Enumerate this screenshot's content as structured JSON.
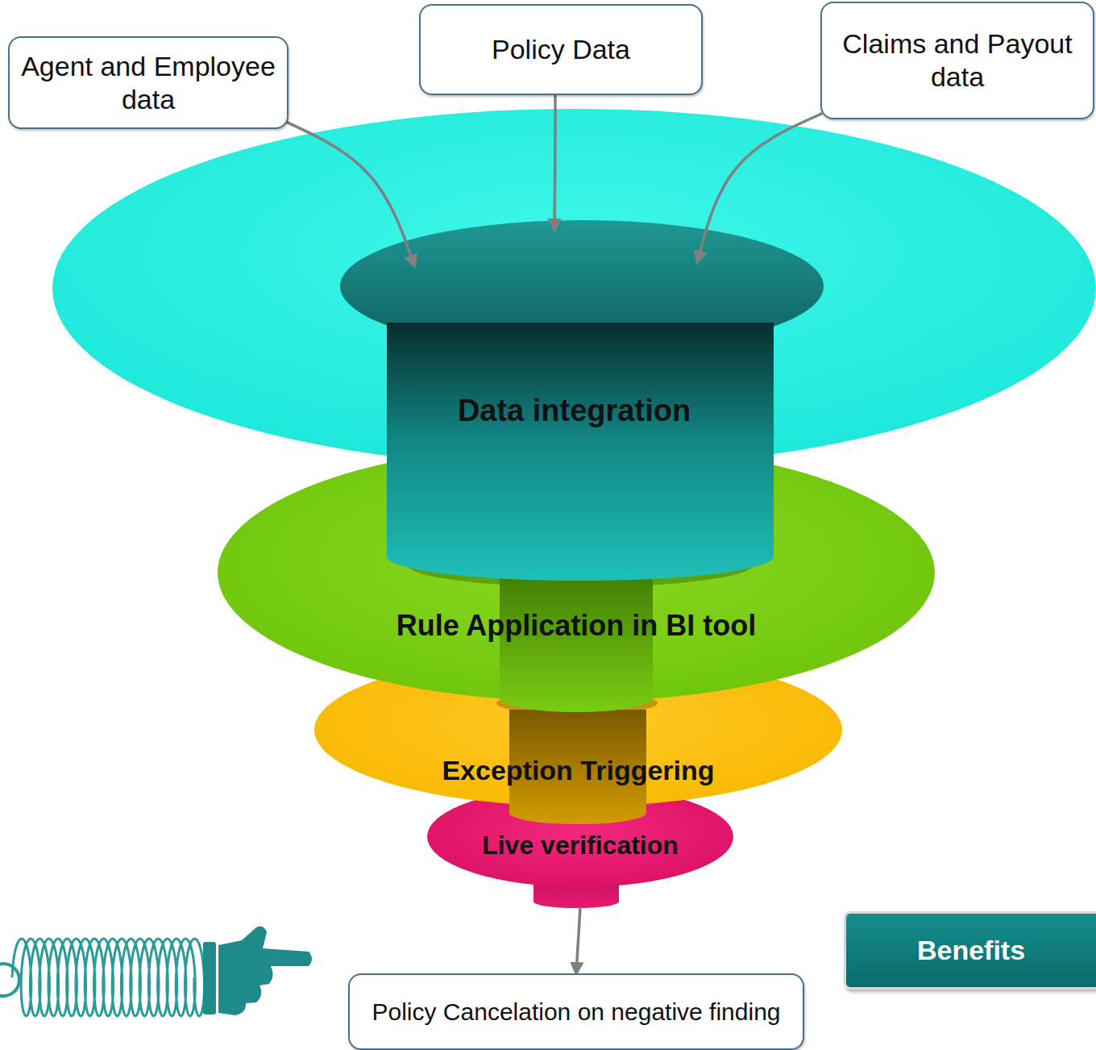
{
  "diagram": {
    "nodes": [
      {
        "text": [
          "Agent and Employee data"
        ]
      },
      {
        "text": [
          "Policy Data"
        ]
      },
      {
        "text": [
          "Claims and Payout data"
        ]
      },
      {
        "text": [
          "Data integration"
        ]
      },
      {
        "text": [
          "Rule Application in BI tool"
        ]
      },
      {
        "text": [
          "Exception Triggering"
        ]
      },
      {
        "text": [
          "Live verification"
        ]
      },
      {
        "text": [
          "Policy Cancelation on negative finding"
        ]
      },
      {
        "text": [
          "Benefits"
        ]
      }
    ],
    "edges": [
      {
        "from": 0,
        "to": 3,
        "arrow": "to"
      },
      {
        "from": 1,
        "to": 3,
        "arrow": "to"
      },
      {
        "from": 2,
        "to": 3,
        "arrow": "to"
      },
      {
        "from": 6,
        "to": 7,
        "arrow": "to"
      }
    ]
  }
}
